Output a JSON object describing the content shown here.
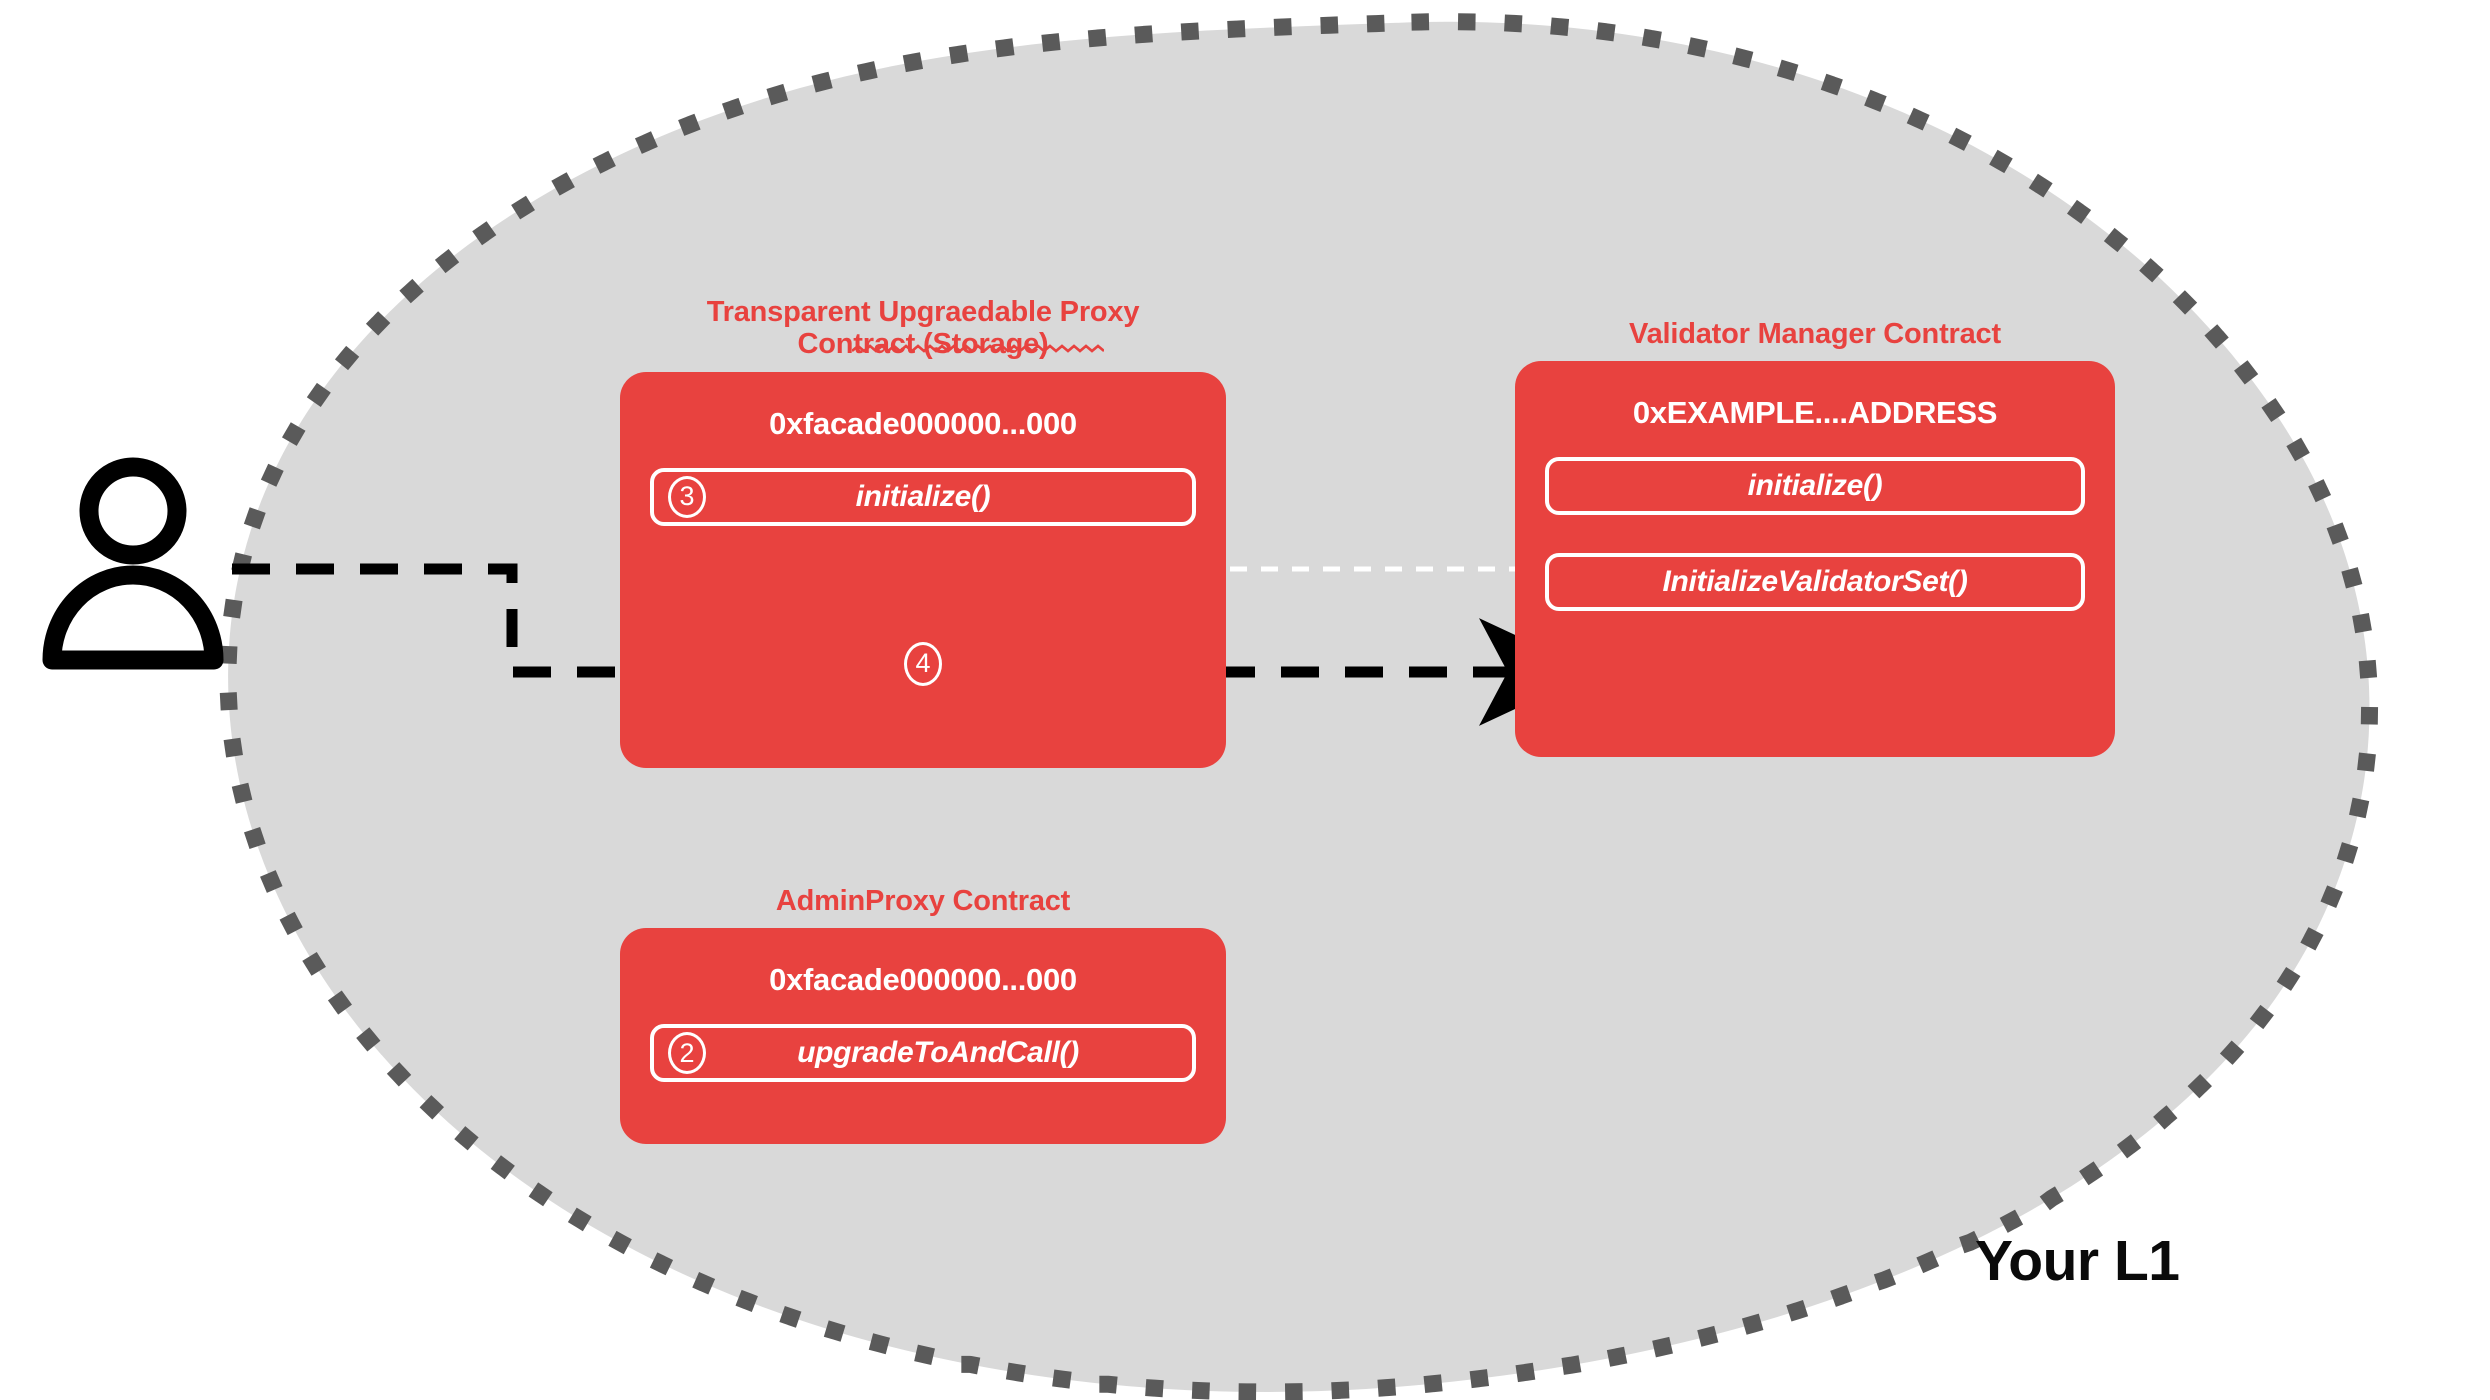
{
  "diagram": {
    "region_label": "Your L1",
    "colors": {
      "contract_red": "#e8423f",
      "blob_fill": "#d9d9d9",
      "blob_border": "#5a5a5a",
      "white": "#ffffff",
      "black": "#000000"
    },
    "actor": {
      "name": "user"
    },
    "contracts": [
      {
        "id": "proxy",
        "title": "Transparent Upgraedable Proxy\nContract (Storage)",
        "misspelled_word": "Upgraedable",
        "address": "0xfacade000000...000",
        "methods": [
          {
            "label": "initialize()",
            "step": "3"
          }
        ],
        "floating_step": "4"
      },
      {
        "id": "manager",
        "title": "Validator Manager Contract",
        "address": "0xEXAMPLE....ADDRESS",
        "methods": [
          {
            "label": "initialize()",
            "step": ""
          },
          {
            "label": "InitializeValidatorSet()",
            "step": ""
          }
        ]
      },
      {
        "id": "adminproxy",
        "title": "AdminProxy  Contract",
        "address": "0xfacade000000...000",
        "methods": [
          {
            "label": "upgradeToAndCall()",
            "step": "2"
          }
        ]
      }
    ],
    "connections": [
      {
        "id": "user-to-validatorset",
        "style": "dashed-black",
        "from": "user",
        "to": "InitializeValidatorSet()"
      },
      {
        "id": "proxy-initialize-to-manager-initialize",
        "style": "dashed-white",
        "from": "initialize()",
        "to": "initialize()"
      }
    ]
  }
}
